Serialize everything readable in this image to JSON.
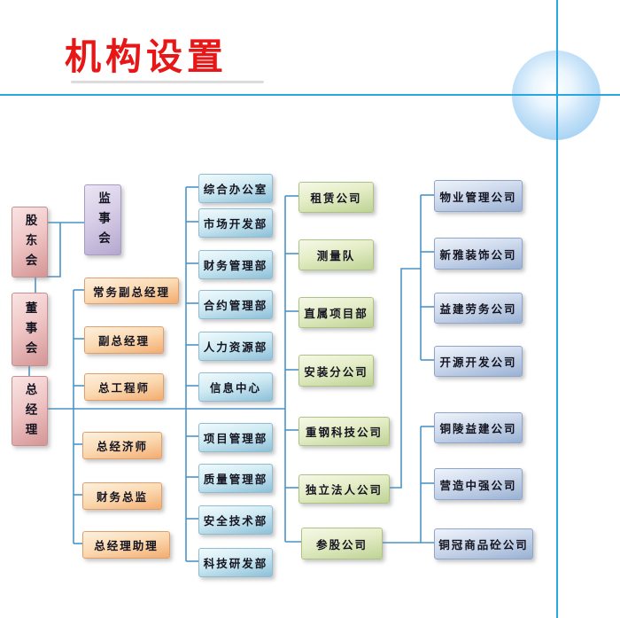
{
  "page": {
    "title": "机构设置",
    "colors": {
      "title_red": "#e81717",
      "decor_line_blue": "#2aa7e0",
      "connector_blue": "#4a94c8",
      "node_pink": "#d49595",
      "node_purple": "#b4a7ce",
      "node_orange": "#f3ac70",
      "node_blue": "#8dc0d8",
      "node_green": "#bed395",
      "node_steel": "#9ab1d4"
    }
  },
  "org": {
    "governance": [
      {
        "label": "股东会"
      },
      {
        "label": "监事会"
      },
      {
        "label": "董事会"
      },
      {
        "label": "总经理"
      }
    ],
    "executives": [
      {
        "label": "常务副总经理"
      },
      {
        "label": "副总经理"
      },
      {
        "label": "总工程师"
      },
      {
        "label": "总经济师"
      },
      {
        "label": "财务总监"
      },
      {
        "label": "总经理助理"
      }
    ],
    "departments": [
      {
        "label": "综合办公室"
      },
      {
        "label": "市场开发部"
      },
      {
        "label": "财务管理部"
      },
      {
        "label": "合约管理部"
      },
      {
        "label": "人力资源部"
      },
      {
        "label": "信息中心"
      },
      {
        "label": "项目管理部"
      },
      {
        "label": "质量管理部"
      },
      {
        "label": "安全技术部"
      },
      {
        "label": "科技研发部"
      }
    ],
    "units": [
      {
        "label": "租赁公司"
      },
      {
        "label": "测量队"
      },
      {
        "label": "直属项目部"
      },
      {
        "label": "安装分公司"
      },
      {
        "label": "重钢科技公司"
      },
      {
        "label": "独立法人公司"
      },
      {
        "label": "参股公司"
      }
    ],
    "independent_companies": [
      {
        "label": "物业管理公司"
      },
      {
        "label": "新雅装饰公司"
      },
      {
        "label": "益建劳务公司"
      },
      {
        "label": "开源开发公司"
      }
    ],
    "shareholding_companies": [
      {
        "label": "铜陵益建公司"
      },
      {
        "label": "营造中强公司"
      },
      {
        "label": "铜冠商品砼公司"
      }
    ]
  }
}
